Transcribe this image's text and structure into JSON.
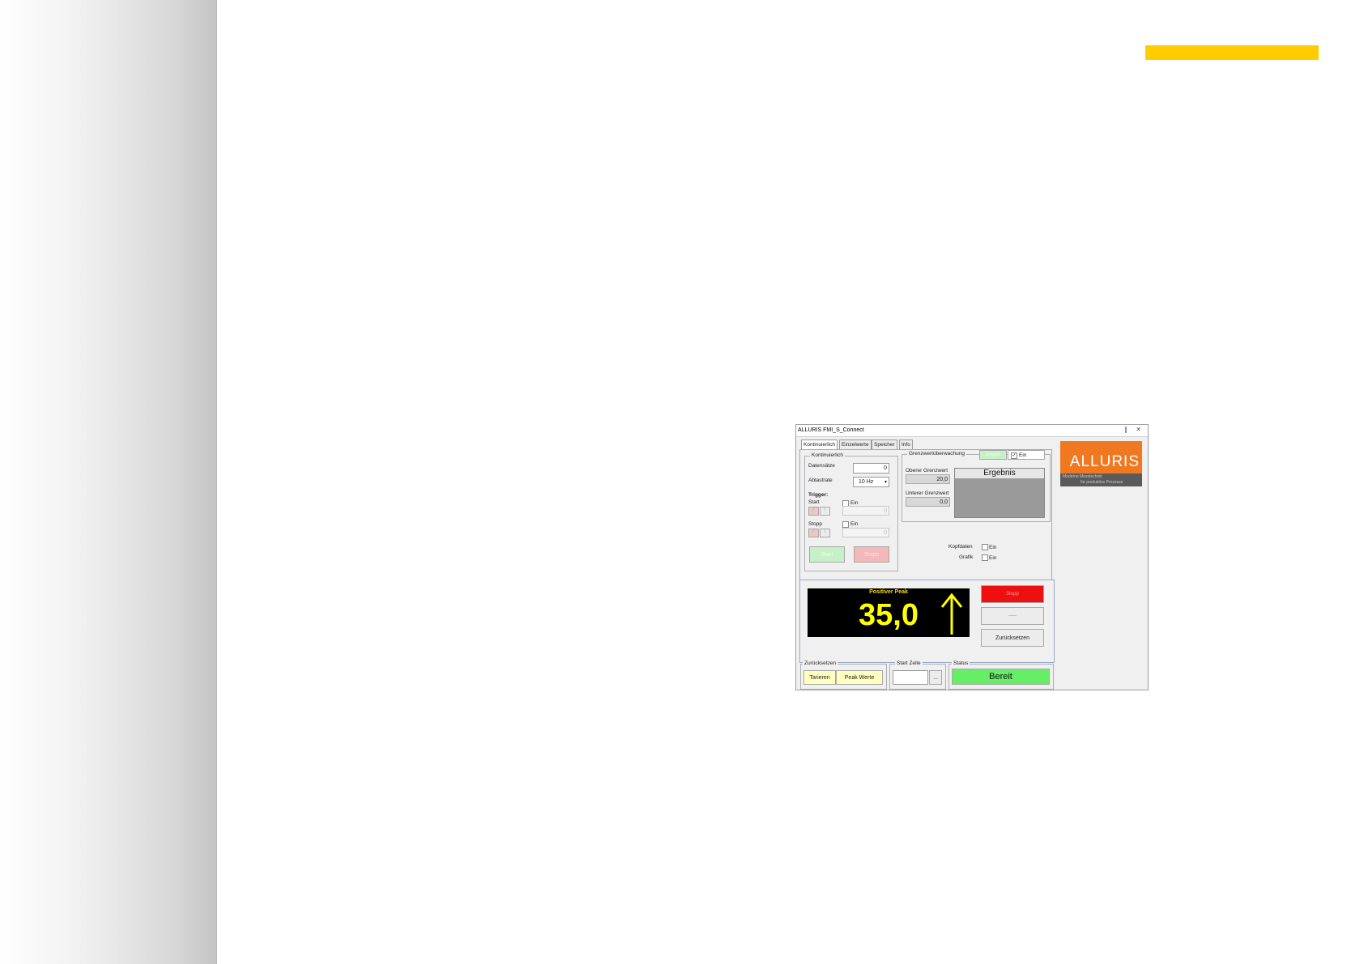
{
  "colors": {
    "accent": "#ffcc00",
    "brand": "#f07820",
    "stop": "#ff0000",
    "ready": "#66ee66",
    "display_bg": "#000000",
    "display_fg": "#ffff00"
  },
  "window": {
    "title": "ALLURIS FMI_S_Connect",
    "close": "✕"
  },
  "tabs": [
    "Kontinuierlich",
    "Einzelwerte",
    "Speicher",
    "Info"
  ],
  "kontinuierlich": {
    "legend": "Kontinuierlich",
    "datensaetze_label": "Datensätze",
    "datensaetze_value": "0",
    "abtastrate_label": "Abtastrate",
    "abtastrate_value": "10 Hz",
    "trigger_label": "Trigger:",
    "start_label": "Start",
    "start_ein": "Ein",
    "start_value": "0",
    "stopp_label": "Stopp",
    "stopp_ein": "Ein",
    "stopp_value": "0",
    "start_button": "Start",
    "stop_button": "Stopp"
  },
  "grenzwert": {
    "legend": "Grenzwertüberwachung",
    "button": "Zeigen",
    "ein": "Ein",
    "ein_checked": true,
    "oberer_label": "Oberer Grenzwert",
    "oberer_value": "20,0",
    "unterer_label": "Unterer Grenzwert",
    "unterer_value": "0,0",
    "ergebnis": "Ergebnis"
  },
  "options": {
    "kopfdaten_label": "Kopfdaten",
    "grafik_label": "Grafik",
    "ein": "Ein"
  },
  "logo": {
    "text": "ALLURIS",
    "sub1": "Moderne Messtechnik",
    "sub2": "für produktive Prozesse"
  },
  "peak": {
    "title": "Positiver Peak",
    "value": "35,0",
    "direction": "up-arrow-icon",
    "btn_top": "Stopp",
    "btn_mid": "-----",
    "btn_reset": "Zurücksetzen"
  },
  "zuruecksetzen": {
    "legend": "Zurücksetzen",
    "tarieren": "Tarieren",
    "peak_werte": "Peak Werte"
  },
  "startzelle": {
    "legend": "Start Zelle",
    "browse": "..."
  },
  "status": {
    "legend": "Status",
    "value": "Bereit"
  }
}
